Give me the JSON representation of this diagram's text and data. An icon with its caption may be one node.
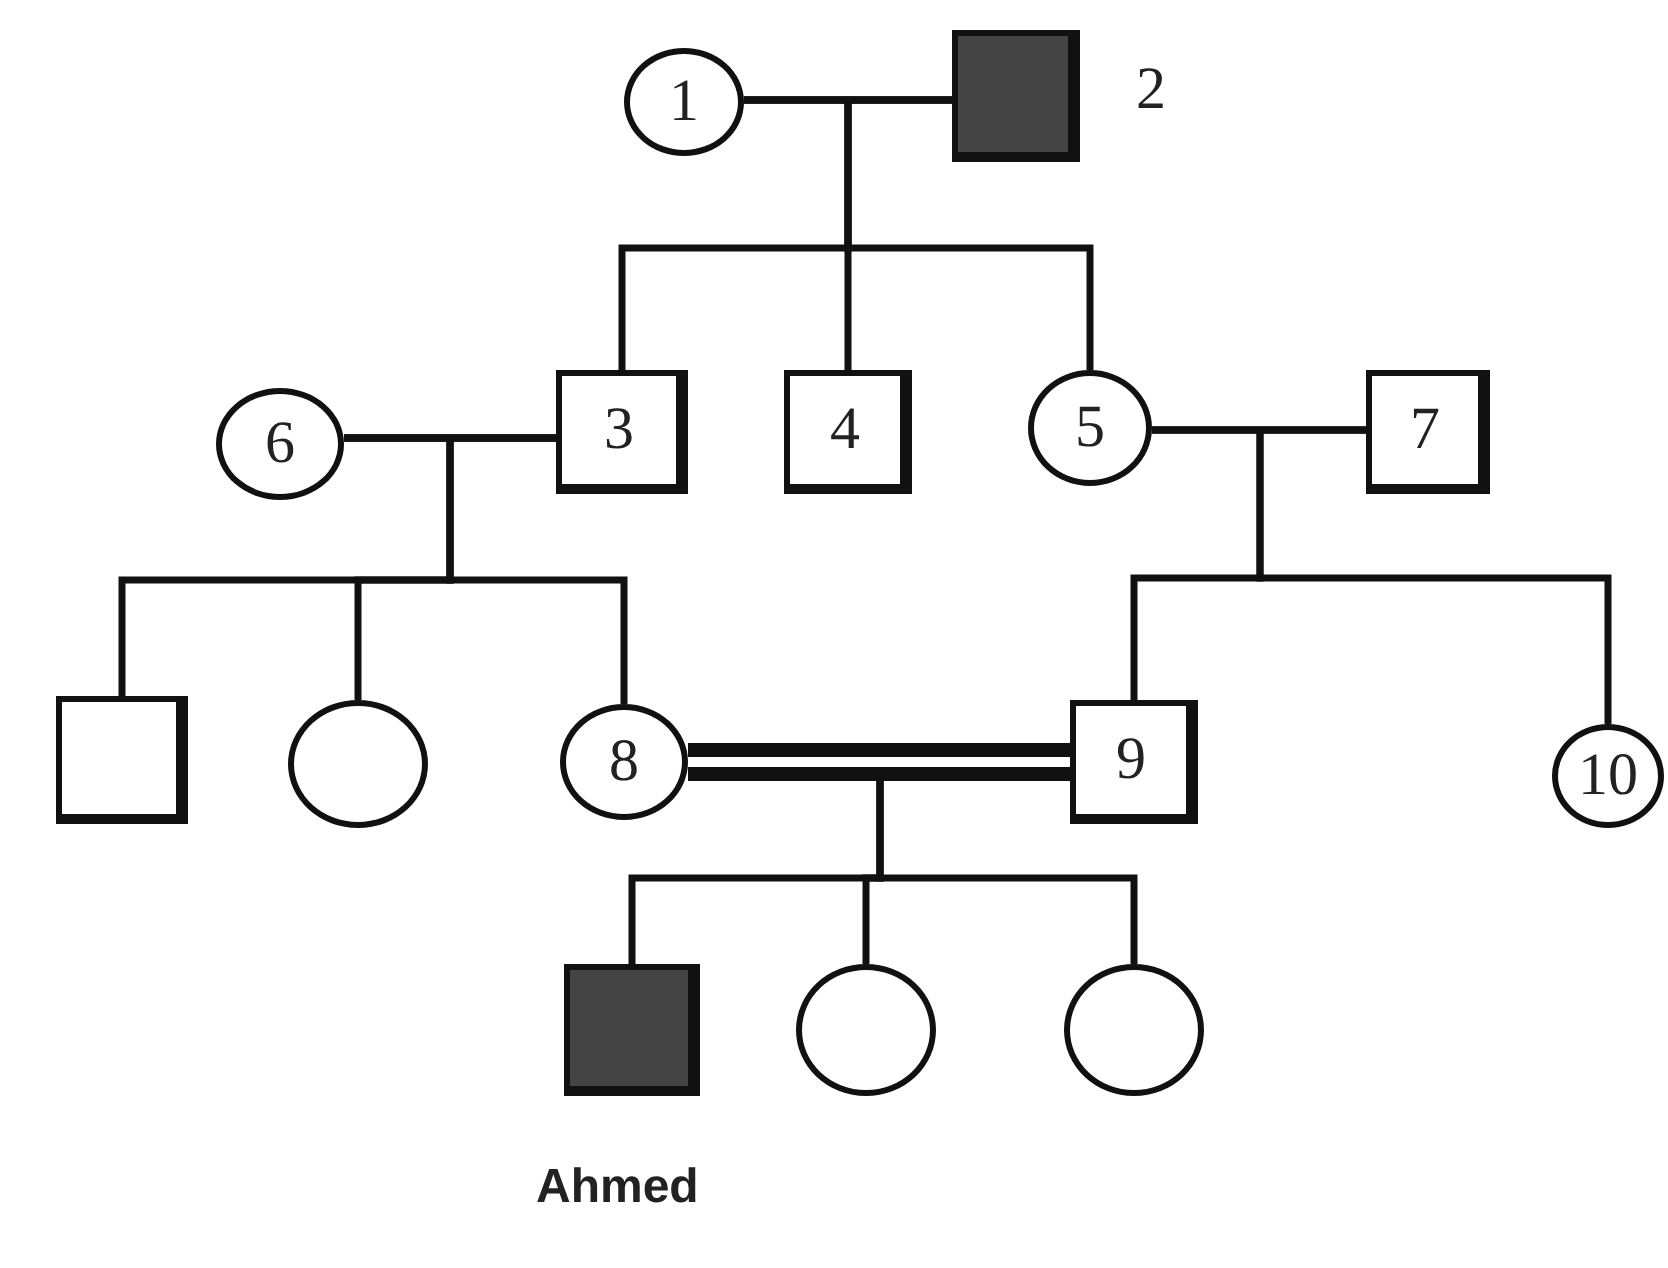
{
  "diagram": {
    "nodes": [
      {
        "text": [
          "1"
        ]
      },
      {
        "text": [],
        "shape": "box",
        "beside": [
          "2"
        ]
      },
      {
        "text": [
          "3"
        ]
      },
      {
        "text": [
          "4"
        ]
      },
      {
        "text": [
          "5"
        ]
      },
      {
        "text": [
          "6"
        ]
      },
      {
        "text": [
          "7"
        ]
      },
      {
        "text": [],
        "shape": "box"
      },
      {
        "text": [],
        "shape": "circle"
      },
      {
        "text": [
          "8"
        ]
      },
      {
        "text": [
          "9"
        ]
      },
      {
        "text": [
          "10"
        ]
      },
      {
        "text": [],
        "shape": "box",
        "beside": [
          "Ahmed"
        ]
      },
      {
        "text": [],
        "shape": "circle"
      },
      {
        "text": [],
        "shape": "circle"
      }
    ],
    "edges": [
      {
        "from": 0,
        "to": 1,
        "arrow": "none"
      },
      {
        "from": 0,
        "to": 2,
        "arrow": "none"
      },
      {
        "from": 1,
        "to": 2,
        "arrow": "none"
      },
      {
        "from": 0,
        "to": 3,
        "arrow": "none"
      },
      {
        "from": 1,
        "to": 3,
        "arrow": "none"
      },
      {
        "from": 0,
        "to": 4,
        "arrow": "none"
      },
      {
        "from": 1,
        "to": 4,
        "arrow": "none"
      },
      {
        "from": 5,
        "to": 2,
        "arrow": "none"
      },
      {
        "from": 5,
        "to": 7,
        "arrow": "none"
      },
      {
        "from": 2,
        "to": 7,
        "arrow": "none"
      },
      {
        "from": 5,
        "to": 8,
        "arrow": "none"
      },
      {
        "from": 2,
        "to": 8,
        "arrow": "none"
      },
      {
        "from": 5,
        "to": 9,
        "arrow": "none"
      },
      {
        "from": 2,
        "to": 9,
        "arrow": "none"
      },
      {
        "from": 4,
        "to": 6,
        "arrow": "none"
      },
      {
        "from": 4,
        "to": 10,
        "arrow": "none"
      },
      {
        "from": 6,
        "to": 10,
        "arrow": "none"
      },
      {
        "from": 4,
        "to": 11,
        "arrow": "none"
      },
      {
        "from": 6,
        "to": 11,
        "arrow": "none"
      },
      {
        "from": 9,
        "to": 10,
        "arrow": "none",
        "style": "thick"
      },
      {
        "from": 9,
        "to": 12,
        "arrow": "none"
      },
      {
        "from": 10,
        "to": 12,
        "arrow": "none"
      },
      {
        "from": 9,
        "to": 13,
        "arrow": "none"
      },
      {
        "from": 10,
        "to": 13,
        "arrow": "none"
      },
      {
        "from": 9,
        "to": 14,
        "arrow": "none"
      },
      {
        "from": 10,
        "to": 14,
        "arrow": "none"
      }
    ]
  }
}
